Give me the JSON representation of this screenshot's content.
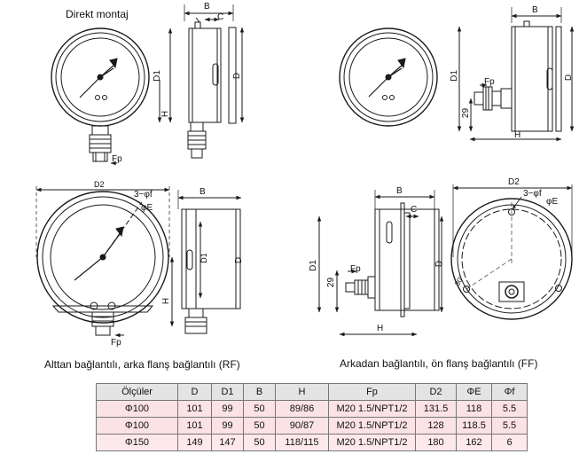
{
  "captions": {
    "direct": "Direkt montaj",
    "rf": "Alttan bağlantılı, arka flanş bağlantılı (RF)",
    "ff": "Arkadan bağlantılı, ön flanş bağlantılı (FF)"
  },
  "dims": {
    "b": "B",
    "c": "C",
    "d": "D",
    "d1": "D1",
    "d2": "D2",
    "h": "H",
    "fp": "Fp",
    "h29": "29",
    "three_phi_f": "3−φf",
    "phi_e": "φE",
    "deg30": "30°"
  },
  "table": {
    "headers": [
      "Ölçüler",
      "D",
      "D1",
      "B",
      "H",
      "Fp",
      "D2",
      "ΦE",
      "Φf"
    ],
    "rows": [
      [
        "Φ100",
        "101",
        "99",
        "50",
        "89/86",
        "M20  1.5/NPT1/2",
        "131.5",
        "118",
        "5.5"
      ],
      [
        "Φ100",
        "101",
        "99",
        "50",
        "90/87",
        "M20  1.5/NPT1/2",
        "128",
        "118.5",
        "5.5"
      ],
      [
        "Φ150",
        "149",
        "147",
        "50",
        "118/115",
        "M20  1.5/NPT1/2",
        "180",
        "162",
        "6"
      ]
    ]
  },
  "colors": {
    "line": "#1a1a1a",
    "table_header": "#e4e4e4",
    "table_row": "#fbe2e5"
  }
}
